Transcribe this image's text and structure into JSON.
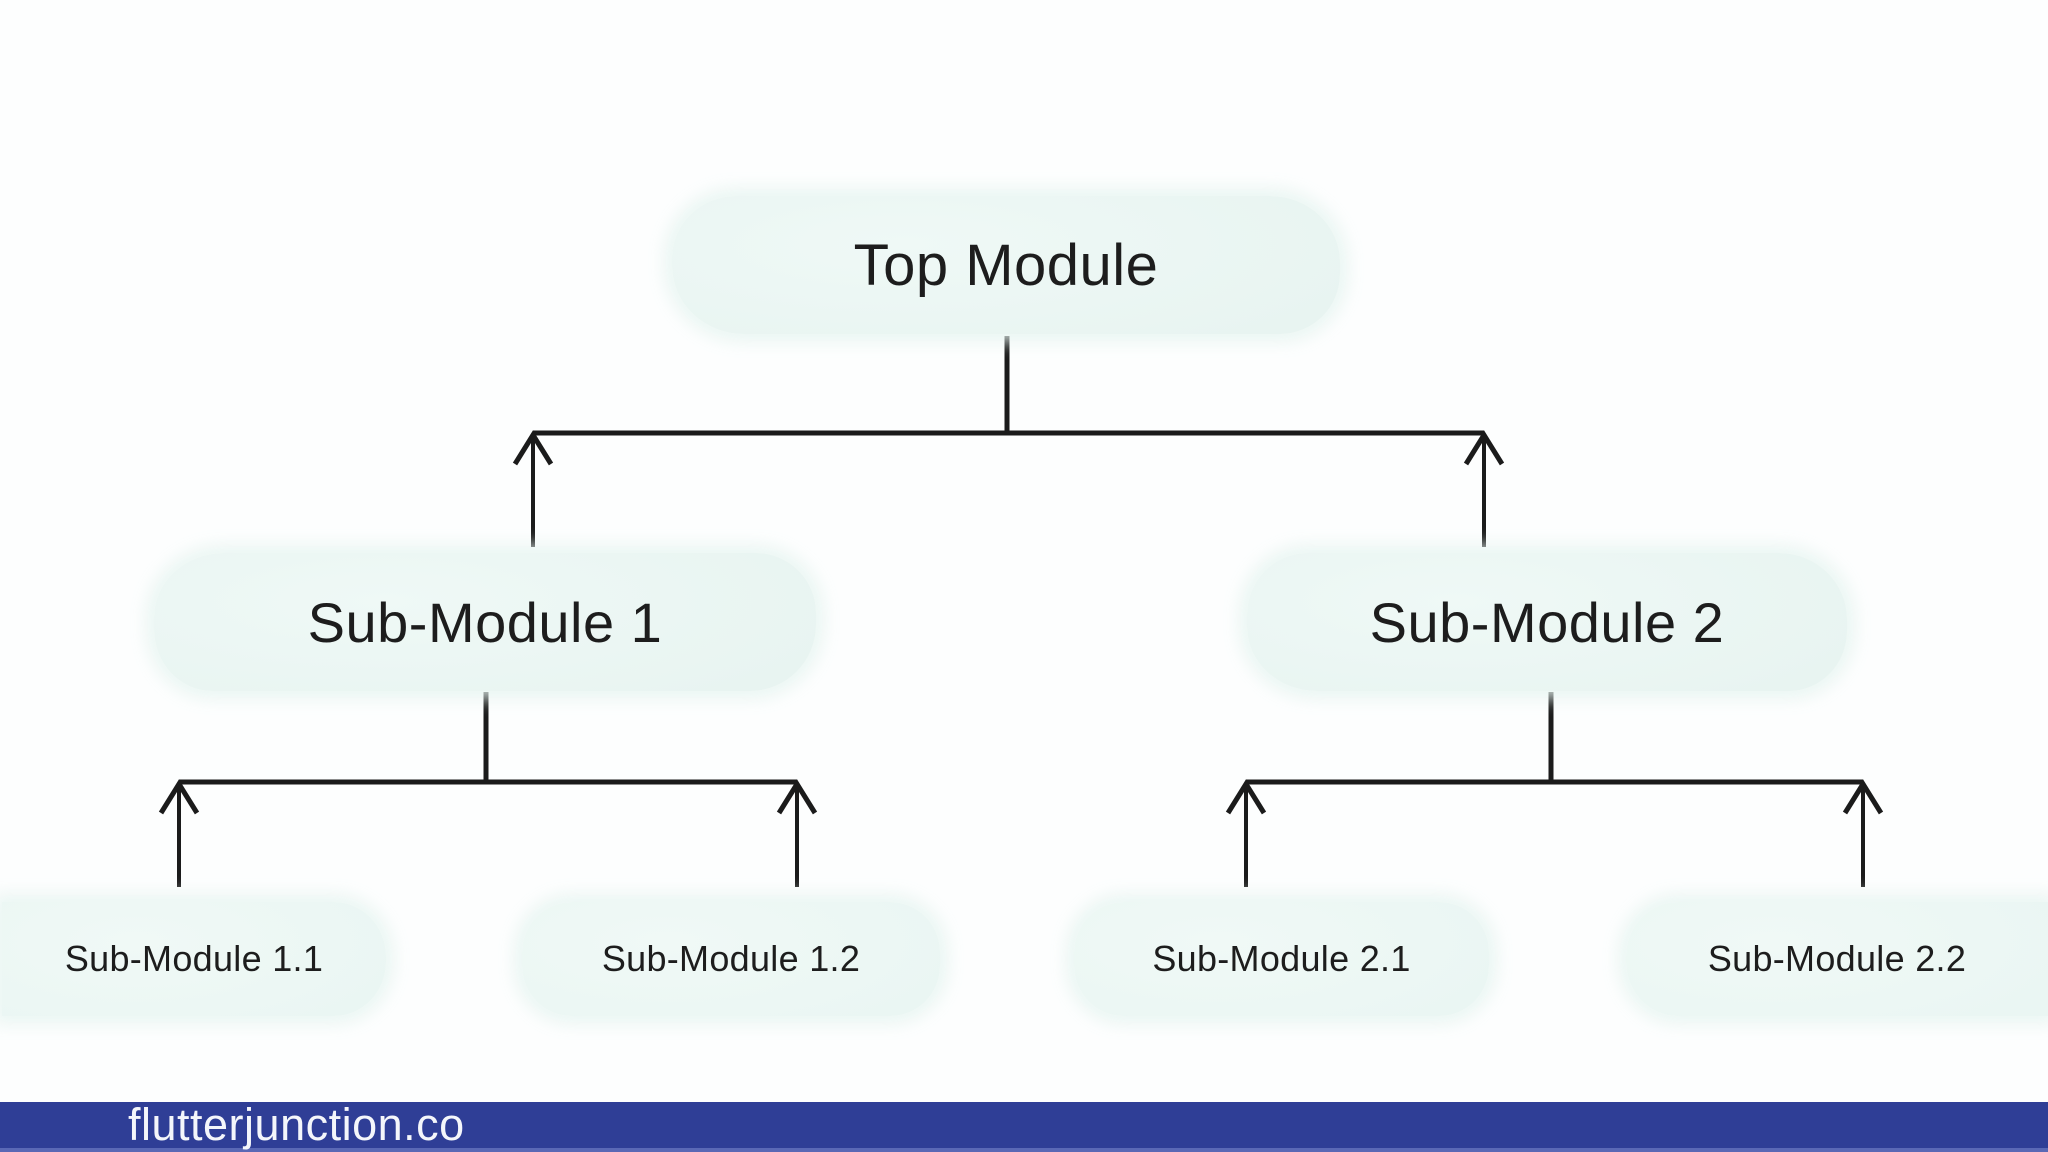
{
  "diagram": {
    "type": "tree-hierarchy",
    "root": {
      "label": "Top Module"
    },
    "branches": [
      {
        "label": "Sub-Module 1",
        "children": [
          {
            "label": "Sub-Module 1.1"
          },
          {
            "label": "Sub-Module 1.2"
          }
        ]
      },
      {
        "label": "Sub-Module 2",
        "children": [
          {
            "label": "Sub-Module 2.1"
          },
          {
            "label": "Sub-Module 2.2"
          }
        ]
      }
    ],
    "arrow_direction": "up",
    "arrow_icon": "up-arrowhead-icon"
  },
  "footer": {
    "text": "flutterjunction.co"
  },
  "colors": {
    "pill_fill": "#e8f4f1",
    "leaf_fill": "#eaf6f3",
    "line_color": "#1b1b1b",
    "label_color": "#1d1d1d",
    "banner_bg": "#2f3e96",
    "banner_edge": "#5a68b5",
    "banner_text": "#f4f6fb",
    "page_bg": "#fdfefe"
  }
}
